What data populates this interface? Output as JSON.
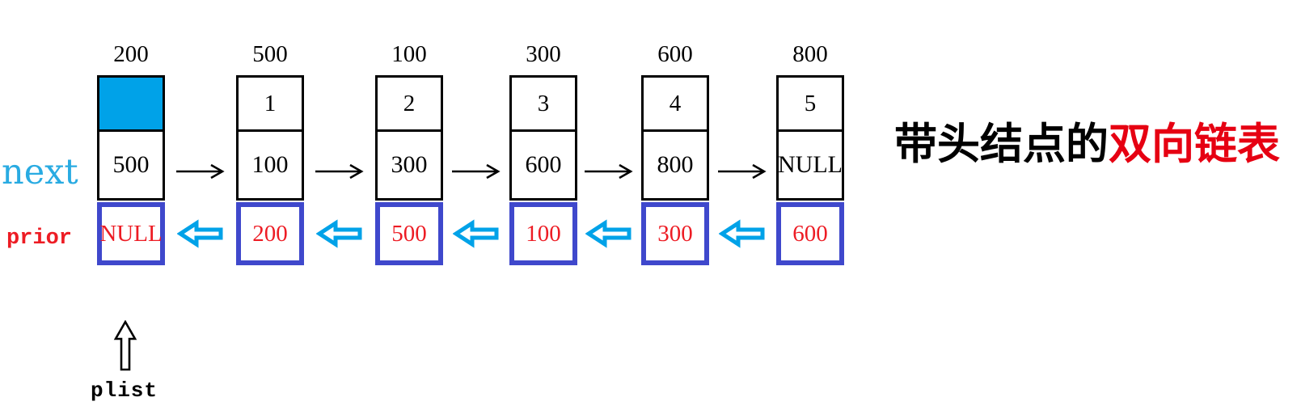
{
  "title": {
    "black_part": "带头结点的",
    "red_part": "双向链表"
  },
  "labels": {
    "next": "next",
    "prior": "prior",
    "plist": "plist"
  },
  "nodes": [
    {
      "address": "200",
      "data": "",
      "next": "500",
      "prior": "NULL",
      "is_head": true
    },
    {
      "address": "500",
      "data": "1",
      "next": "100",
      "prior": "200",
      "is_head": false
    },
    {
      "address": "100",
      "data": "2",
      "next": "300",
      "prior": "500",
      "is_head": false
    },
    {
      "address": "300",
      "data": "3",
      "next": "600",
      "prior": "100",
      "is_head": false
    },
    {
      "address": "600",
      "data": "4",
      "next": "800",
      "prior": "300",
      "is_head": false
    },
    {
      "address": "800",
      "data": "5",
      "next": "NULL",
      "prior": "600",
      "is_head": false
    }
  ],
  "icons": {
    "next_arrow": "→",
    "prior_arrow": "⇦",
    "plist_pointer": "⇧"
  },
  "colors": {
    "head_fill": "#00A2E8",
    "prior_border": "#3F48CC",
    "prior_text": "#ED1C24",
    "next_label": "#29ABE2",
    "prior_label": "#ED1C24",
    "title_red": "#E60012",
    "arrow_cyan": "#00A2E8"
  }
}
